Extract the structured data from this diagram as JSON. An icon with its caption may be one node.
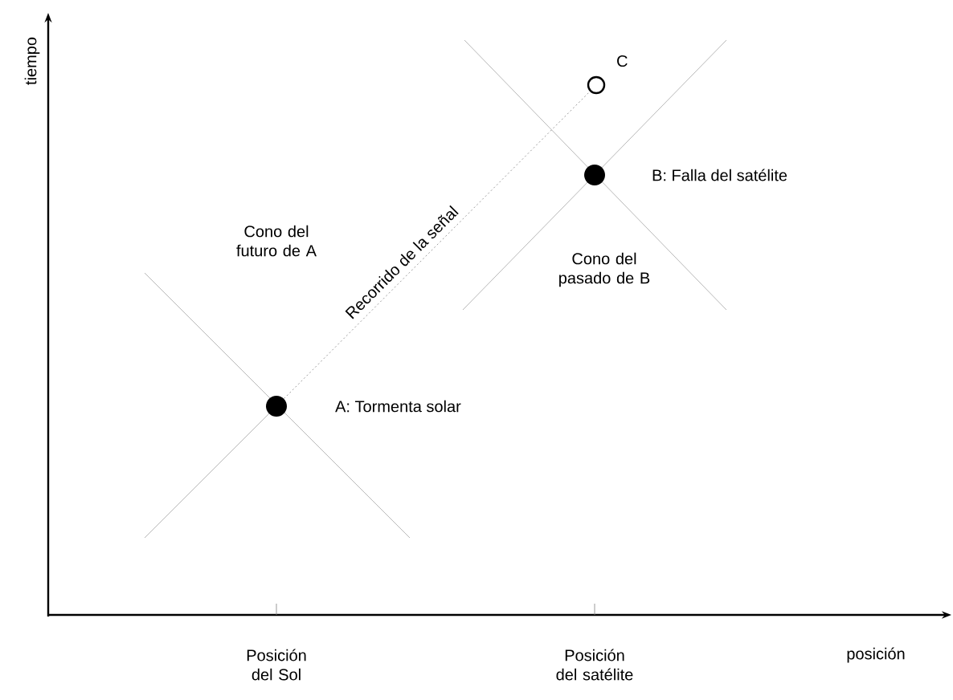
{
  "diagram": {
    "nodes": [
      {
        "text": [],
        "shape": "circle",
        "beside": [
          "A: Tormenta solar"
        ]
      },
      {
        "text": [],
        "shape": "circle",
        "beside": [
          "B: Falla del satélite"
        ]
      },
      {
        "text": [],
        "shape": "circle",
        "beside": [
          "C"
        ]
      }
    ],
    "edges": [
      {
        "from": 0,
        "to": 2,
        "arrow": "none",
        "style": "dashed",
        "label": "Recorrido de la señal"
      }
    ],
    "labels": [
      "tiempo",
      "Cono del futuro de A",
      "Cono del pasado de B",
      "Posición del Sol",
      "Posición del satélite",
      "posición"
    ]
  }
}
